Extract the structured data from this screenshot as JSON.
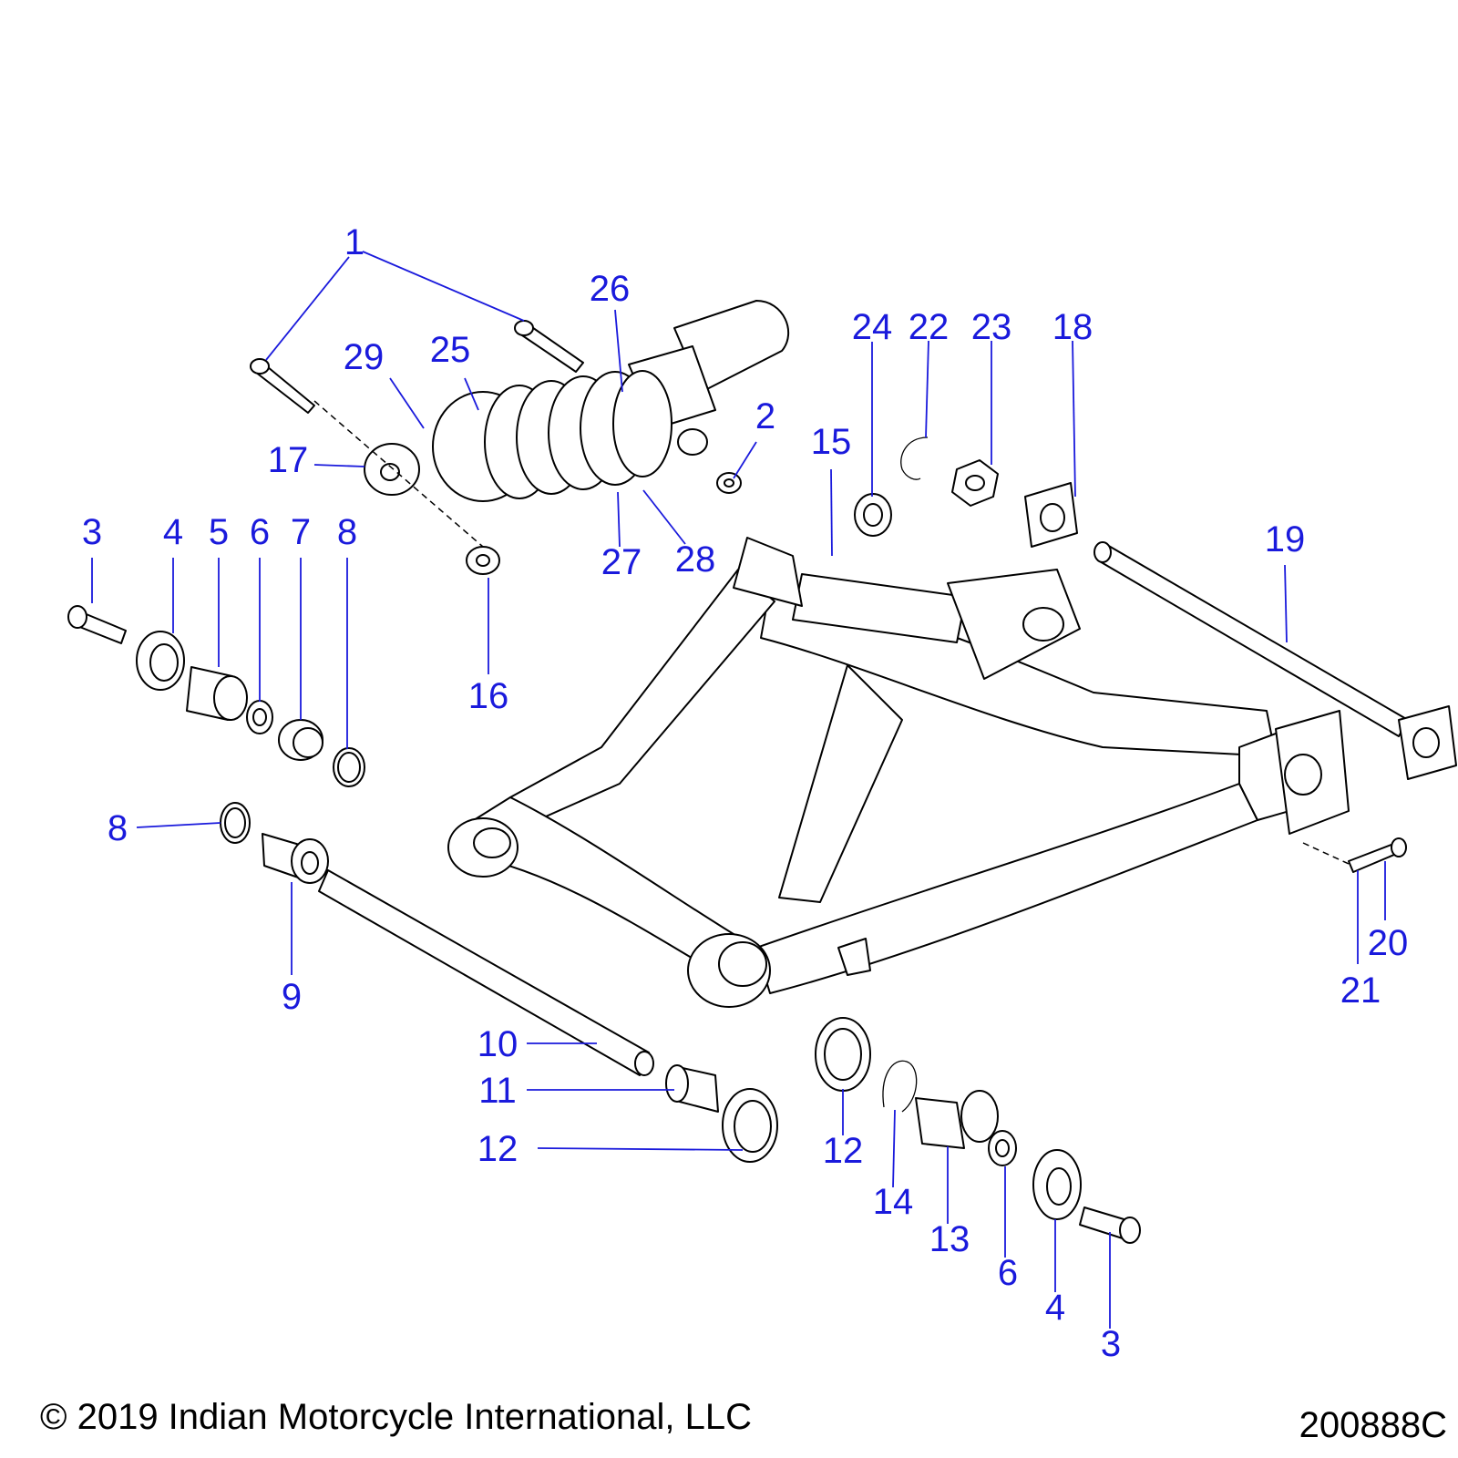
{
  "callouts": [
    "1",
    "26",
    "24",
    "22",
    "23",
    "18",
    "29",
    "25",
    "2",
    "17",
    "15",
    "3",
    "4",
    "5",
    "6",
    "7",
    "8",
    "19",
    "27",
    "28",
    "16",
    "8",
    "9",
    "20",
    "21",
    "10",
    "11",
    "12",
    "12",
    "14",
    "13",
    "6",
    "4",
    "3"
  ],
  "colors": {
    "callout": "#1a1adc",
    "linework": "#000000",
    "background": "#ffffff"
  },
  "footer": {
    "copyright": "© 2019 Indian Motorcycle International, LLC",
    "drawing_number": "200888C"
  }
}
